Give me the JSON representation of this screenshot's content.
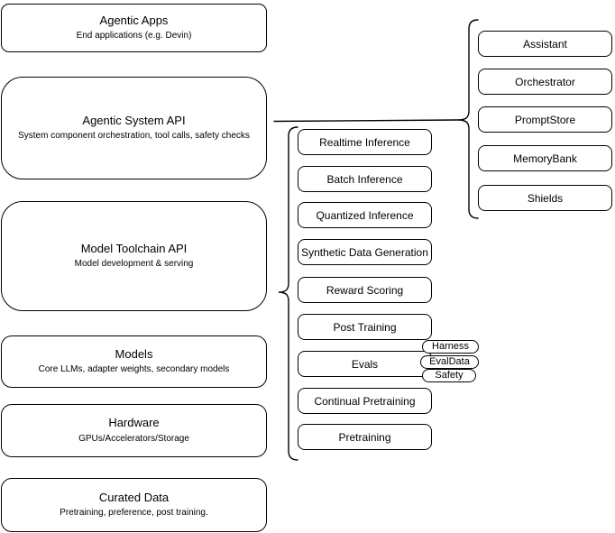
{
  "diagram": {
    "stack": [
      {
        "title": "Agentic Apps",
        "subtitle": "End applications (e.g. Devin)"
      },
      {
        "title": "Agentic System API",
        "subtitle": "System component orchestration, tool calls, safety checks"
      },
      {
        "title": "Model Toolchain API",
        "subtitle": "Model development & serving"
      },
      {
        "title": "Models",
        "subtitle": "Core LLMs, adapter weights, secondary models"
      },
      {
        "title": "Hardware",
        "subtitle": "GPUs/Accelerators/Storage"
      },
      {
        "title": "Curated Data",
        "subtitle": "Pretraining, preference, post training."
      }
    ],
    "toolchain": {
      "items": [
        "Realtime Inference",
        "Batch Inference",
        "Quantized Inference",
        "Synthetic Data Generation",
        "Reward Scoring",
        "Post Training",
        "Evals",
        "Continual Pretraining",
        "Pretraining"
      ],
      "evals_tags": [
        "Harness",
        "EvalData",
        "Safety"
      ]
    },
    "system_components": {
      "items": [
        "Assistant",
        "Orchestrator",
        "PromptStore",
        "MemoryBank",
        "Shields"
      ]
    },
    "colors": {
      "stroke": "#000000",
      "fill": "#ffffff",
      "text": "#000000",
      "background": "#ffffff"
    }
  }
}
